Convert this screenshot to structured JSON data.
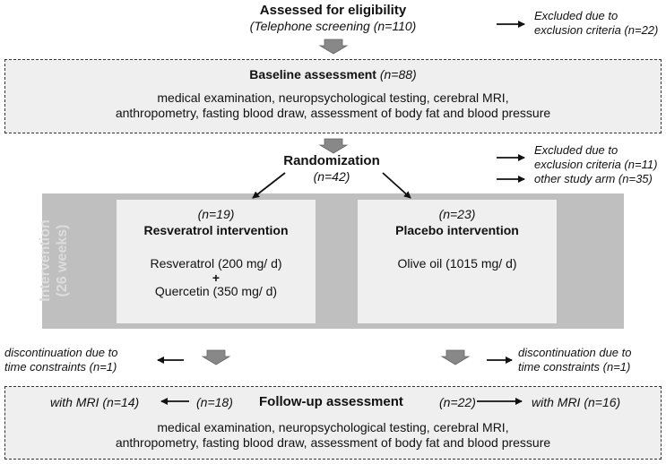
{
  "eligibility": {
    "title": "Assessed for eligibility",
    "subtitle": "(Telephone screening (n=110)"
  },
  "excluded_top": {
    "line1": "Excluded due to",
    "line2": "exclusion criteria (n=22)"
  },
  "baseline": {
    "title": "Baseline assessment",
    "n": "(n=88)",
    "line1": "medical examination, neuropsychological testing, cerebral MRI,",
    "line2": "anthropometry, fasting blood draw, assessment of body fat and blood pressure"
  },
  "randomization": {
    "title": "Randomization",
    "n": "(n=42)"
  },
  "excluded_mid": {
    "line1": "Excluded due to",
    "line2": "exclusion criteria (n=11)",
    "line3": "other study arm (n=35)"
  },
  "intervention": {
    "label_line1": "Intervention",
    "label_line2": "(26 weeks)",
    "resveratrol": {
      "n": "(n=19)",
      "title": "Resveratrol intervention",
      "dose1": "Resveratrol (200 mg/ d)",
      "plus": "+",
      "dose2": "Quercetin (350 mg/ d)"
    },
    "placebo": {
      "n": "(n=23)",
      "title": "Placebo intervention",
      "dose": "Olive oil (1015 mg/ d)"
    }
  },
  "discontinuation_left": {
    "line1": "discontinuation due to",
    "line2": "time constraints (n=1)"
  },
  "discontinuation_right": {
    "line1": "discontinuation due to",
    "line2": "time constraints (n=1)"
  },
  "followup": {
    "title": "Follow-up assessment",
    "left_mri": "with MRI (n=14)",
    "left_n": "(n=18)",
    "right_n": "(n=22)",
    "right_mri": "with MRI (n=16)",
    "line1": "medical examination, neuropsychological testing, cerebral MRI,",
    "line2": "anthropometry, fasting blood draw, assessment of body fat and blood pressure"
  },
  "colors": {
    "box_fill": "#efefef",
    "intervention_band": "#bfbfbf",
    "arrow_gray": "#888888"
  }
}
